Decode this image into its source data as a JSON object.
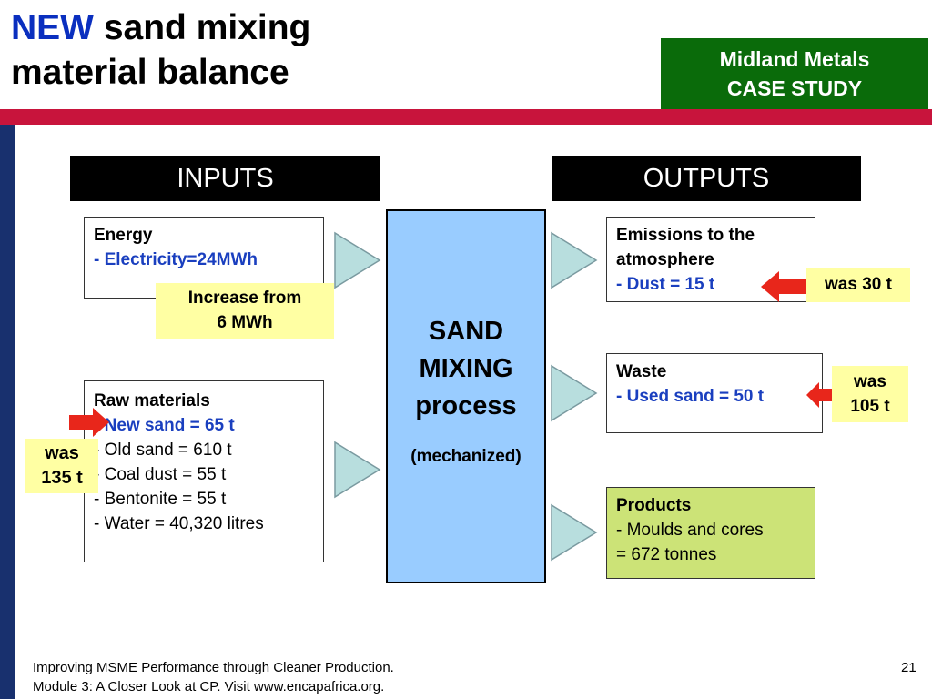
{
  "slide": {
    "title_new": "NEW",
    "title_rest": " sand mixing",
    "title_line2": "material balance",
    "badge_line1": "Midland Metals",
    "badge_line2": "CASE STUDY"
  },
  "inputs_header": "INPUTS",
  "outputs_header": "OUTPUTS",
  "energy": {
    "title": "Energy",
    "item": "- Electricity=24MWh",
    "note_line1": "Increase from",
    "note_line2": "6 MWh"
  },
  "raw": {
    "title": "Raw materials",
    "new_sand": "- New sand = 65 t",
    "old_sand": "- Old sand = 610 t",
    "coal_dust": "- Coal dust = 55 t",
    "bentonite": "- Bentonite = 55 t",
    "water": "- Water = 40,320 litres",
    "note_line1": "was",
    "note_line2": "135 t"
  },
  "process": {
    "line1": "SAND",
    "line2": "MIXING",
    "line3": "process",
    "sub": "(mechanized)"
  },
  "emissions": {
    "title_line1": "Emissions to the",
    "title_line2": "atmosphere",
    "item": "- Dust = 15 t",
    "note": "was 30 t"
  },
  "waste": {
    "title": "Waste",
    "item": "- Used sand = 50 t",
    "note_line1": "was",
    "note_line2": "105 t"
  },
  "products": {
    "title": "Products",
    "line1": "- Moulds and cores",
    "line2": "= 672 tonnes"
  },
  "footer": {
    "line1": "Improving MSME Performance through Cleaner Production.",
    "line2": "Module 3: A Closer Look at CP. Visit www.encapafrica.org.",
    "page": "21"
  },
  "colors": {
    "accent_blue": "#0a2fbf",
    "badge_green": "#0a6b0a",
    "bar_red": "#c8143c",
    "bar_navy": "#18306e",
    "process_fill": "#99ccff",
    "products_fill": "#cce377",
    "note_fill": "#ffffa3",
    "arrow_red": "#e8261b"
  },
  "icons": {
    "flow_arrow": "triangle-arrow-icon",
    "highlight_arrow": "red-block-arrow-icon"
  }
}
